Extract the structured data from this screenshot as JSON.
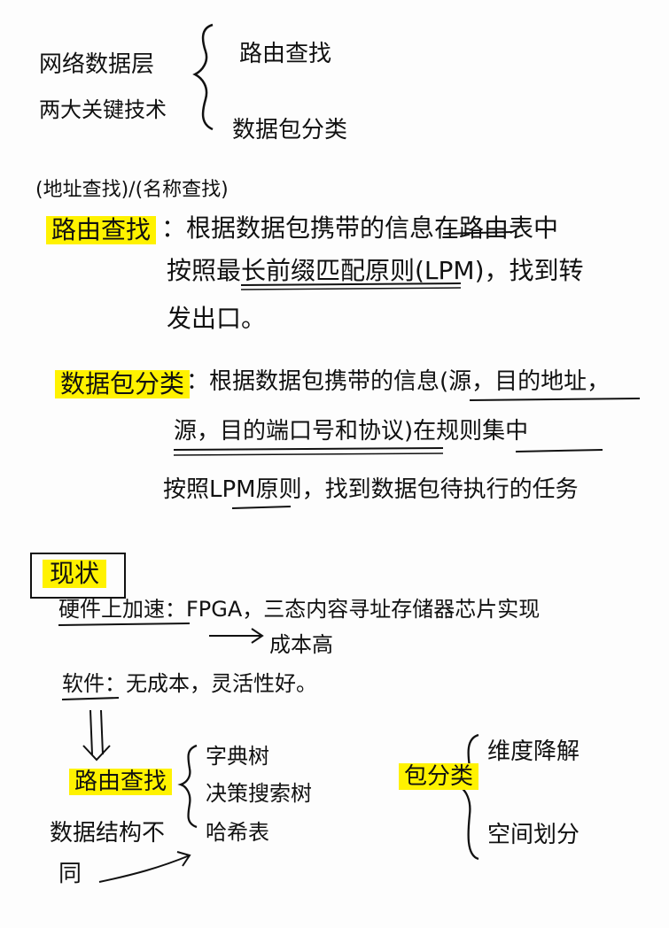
{
  "intro": {
    "line1": "网络数据层",
    "line2": "两大关键技术",
    "item1": "路由查找",
    "item2": "数据包分类"
  },
  "routing": {
    "aside": "(地址查找)/(名称查找)",
    "title": "路由查找",
    "line1": "：根据数据包携带的信息在路由表中",
    "line2": "按照最长前缀匹配原则(LPM)，找到转",
    "line3": "发出口。"
  },
  "classification": {
    "title": "数据包分类",
    "line1": "：根据数据包携带的信息(源，目的地址，",
    "line2": "源，目的端口号和协议)在规则集中",
    "line3": "按照LPM原则，找到数据包待执行的任务"
  },
  "status": {
    "title": "现状",
    "hardware": "硬件上加速：FPGA，三态内容寻址存储器芯片实现",
    "hardware_cost": "成本高",
    "software": "软件：无成本，灵活性好。",
    "routing_label": "路由查找",
    "routing_items": [
      "字典树",
      "决策搜索树",
      "哈希表"
    ],
    "ds_label_1": "数据结构不",
    "ds_label_2": "同",
    "classify_label": "包分类",
    "classify_items": [
      "维度降解",
      "空间划分"
    ]
  },
  "colors": {
    "highlight": "#fff200",
    "ink": "#111111"
  }
}
